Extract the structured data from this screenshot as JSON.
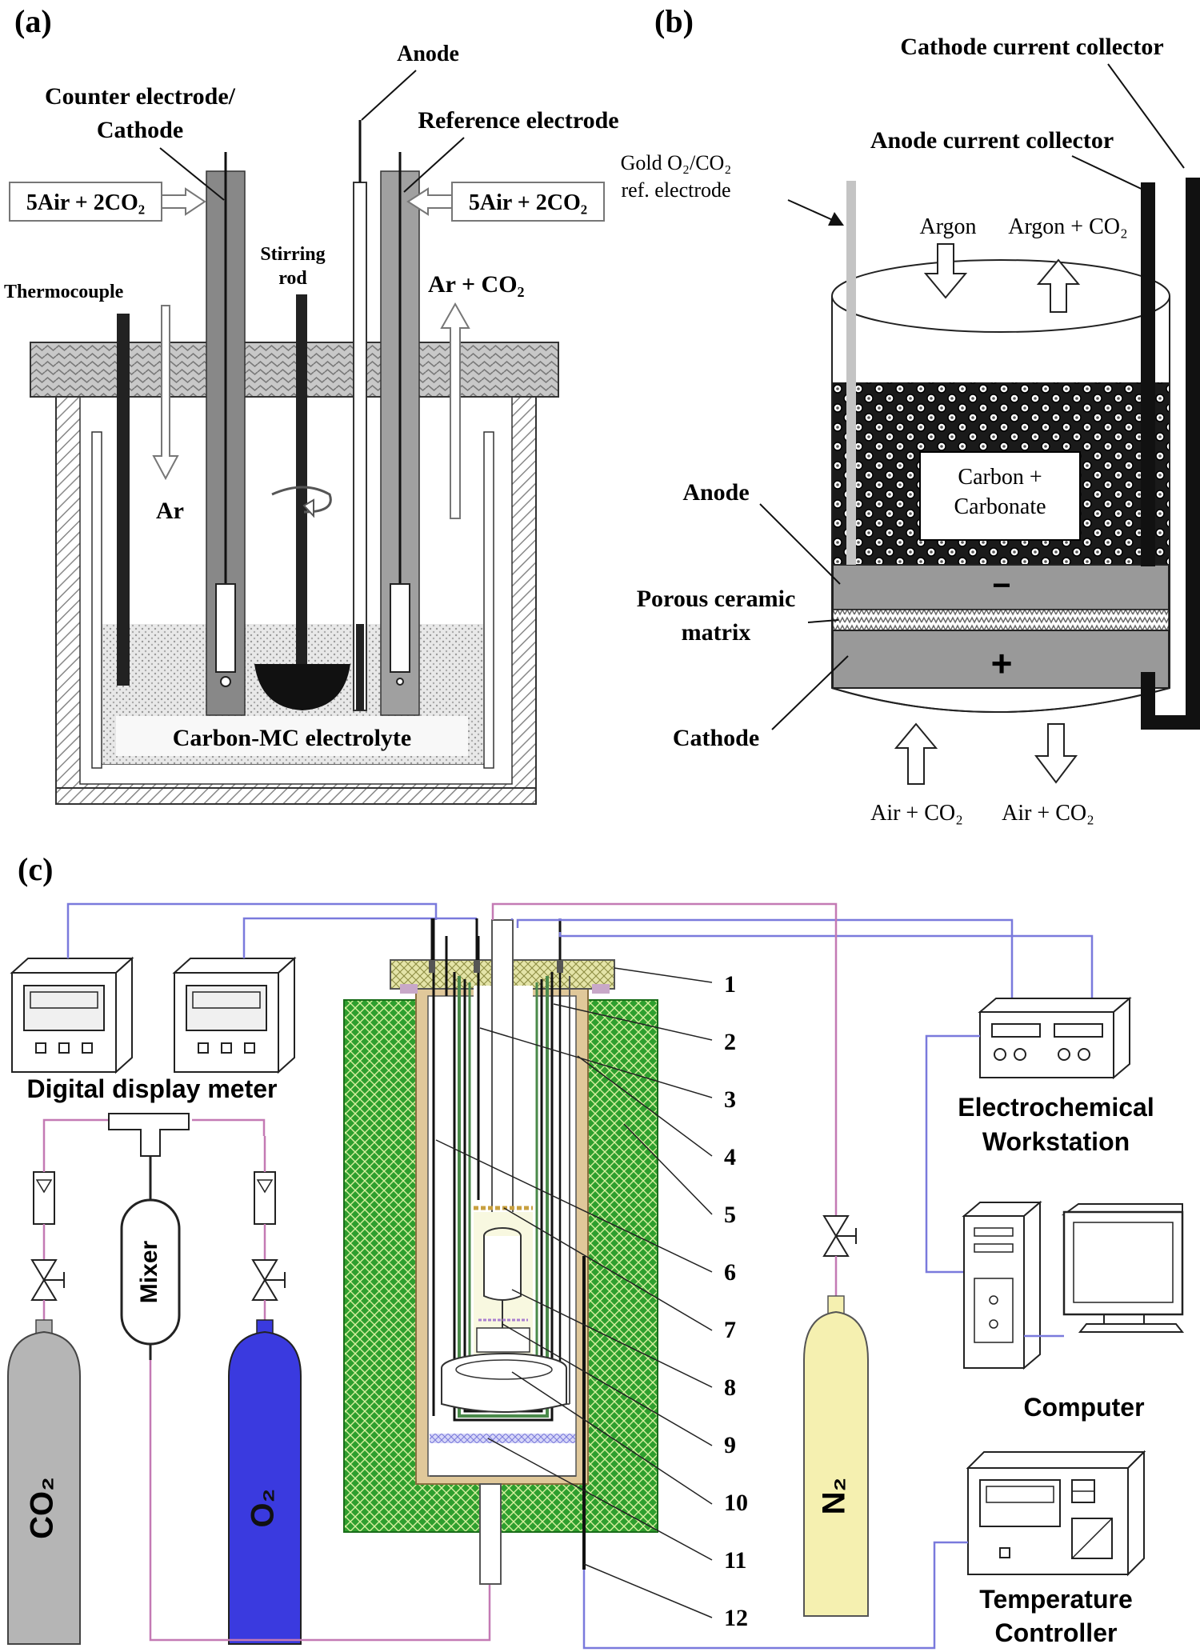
{
  "panel_a": {
    "tag": "(a)",
    "anode": "Anode",
    "counter_line1": "Counter electrode/",
    "counter_line2": "Cathode",
    "reference": "Reference electrode",
    "gas_left": "5Air + 2CO₂",
    "gas_right": "5Air + 2CO₂",
    "stirring1": "Stirring",
    "stirring2": "rod",
    "thermocouple": "Thermocouple",
    "ar_co2": "Ar + CO₂",
    "ar": "Ar",
    "electrolyte": "Carbon-MC electrolyte"
  },
  "panel_b": {
    "tag": "(b)",
    "cathode_cc": "Cathode current collector",
    "anode_cc": "Anode current collector",
    "gold1": "Gold O₂/CO₂",
    "gold2": "ref. electrode",
    "argon": "Argon",
    "argon_co2": "Argon + CO₂",
    "carbon1": "Carbon +",
    "carbon2": "Carbonate",
    "anode": "Anode",
    "porous1": "Porous ceramic",
    "porous2": "matrix",
    "cathode": "Cathode",
    "minus": "−",
    "plus": "+",
    "air_in": "Air + CO₂",
    "air_out": "Air + CO₂"
  },
  "panel_c": {
    "tag": "(c)",
    "ddm": "Digital display meter",
    "ew1": "Electrochemical",
    "ew2": "Workstation",
    "computer": "Computer",
    "tc1": "Temperature",
    "tc2": "Controller",
    "mixer": "Mixer",
    "co2": "CO₂",
    "o2": "O₂",
    "n2": "N₂",
    "numbers": [
      "1",
      "2",
      "3",
      "4",
      "5",
      "6",
      "7",
      "8",
      "9",
      "10",
      "11",
      "12"
    ]
  },
  "colors": {
    "insulation": "#2e9f2e",
    "o2_cylinder": "#3a3adf",
    "n2_cylinder": "#f5f0b0",
    "co2_cylinder": "#b5b5b5",
    "wire_purple": "#7a7adc",
    "wire_pink": "#c47ab4",
    "wall_tan": "#e0c89a"
  }
}
